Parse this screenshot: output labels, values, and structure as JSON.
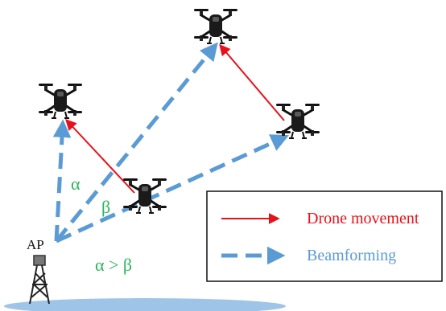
{
  "labels": {
    "ap": "AP",
    "alpha": "α",
    "beta": "β",
    "relation": "α > β"
  },
  "legend": {
    "movement_label": "Drone movement",
    "beamforming_label": "Beamforming"
  },
  "colors": {
    "movement": "#e8101a",
    "beamforming": "#5b9bd5",
    "angle_text": "#2ab55b",
    "movement_text": "#e8101a",
    "beamforming_text": "#5b9bd5",
    "ground": "#9ec5e8"
  },
  "icons": {
    "drone": "quadcopter-drone-icon",
    "tower": "access-point-tower-icon"
  }
}
